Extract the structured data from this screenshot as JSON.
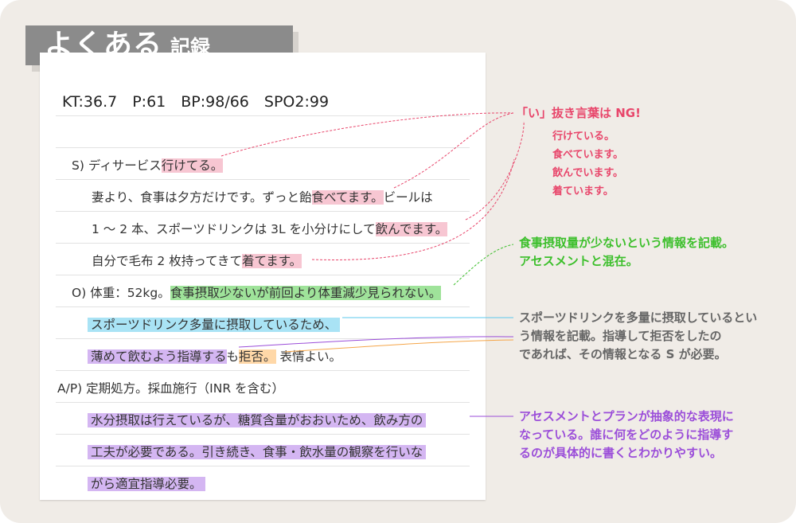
{
  "title": {
    "main": "よくある",
    "sub": "記録"
  },
  "vitals": "KT:36.7　P:61　BP:98/66　SPO2:99",
  "record": {
    "s_label": "S)",
    "s1_a": "ディサービス",
    "s1_b": "行けてる。",
    "s2_a": "妻より、食事は夕方だけです。ずっと飴",
    "s2_b": "食べてます。",
    "s2_c": "ビールは",
    "s3_a": "1 ～ 2 本、スポーツドリンクは 3L を小分けにして",
    "s3_b": "飲んでます。",
    "s4_a": "自分で毛布 2 枚持ってきて",
    "s4_b": "着てます。",
    "o_label": "O)",
    "o1_a": "体重：52kg。",
    "o1_b": "食事摂取少ないが前回より体重減少見られない。",
    "o2": "スポーツドリンク多量に摂取しているため、",
    "o3_a": "薄めて飲むよう指導する",
    "o3_b": "も",
    "o3_c": "拒否。",
    "o3_d": "表情よい。",
    "ap_label": "A/P)",
    "ap1": "定期処方。採血施行（INR を含む）",
    "ap2": "水分摂取は行えているが、糖質含量がおおいため、飲み方の",
    "ap3": "工夫が必要である。引き続き、食事・飲水量の観察を行いな",
    "ap4": "がら適宜指導必要。"
  },
  "notes": {
    "pink_title": "「い」抜き言葉は NG!",
    "pink_list": [
      "行けている。",
      "食べています。",
      "飲んでいます。",
      "着ています。"
    ],
    "green": [
      "食事摂取量が少ないという情報を記載。",
      "アセスメントと混在。"
    ],
    "gray": [
      "スポーツドリンクを多量に摂取しているとい",
      "う情報を記載。指導して拒否をしたの",
      "であれば、その情報となる S が必要。"
    ],
    "purple": [
      "アセスメントとプランが抽象的な表現に",
      "なっている。誰に何をどのように指導す",
      "るのが具体的に書くとわかりやすい。"
    ]
  },
  "colors": {
    "pink": "#e8466b",
    "green": "#3cbf2b",
    "blue": "#5bc8ee",
    "orange": "#f5a64a",
    "purple": "#9b4ed9",
    "gray": "#8b8b8b"
  }
}
